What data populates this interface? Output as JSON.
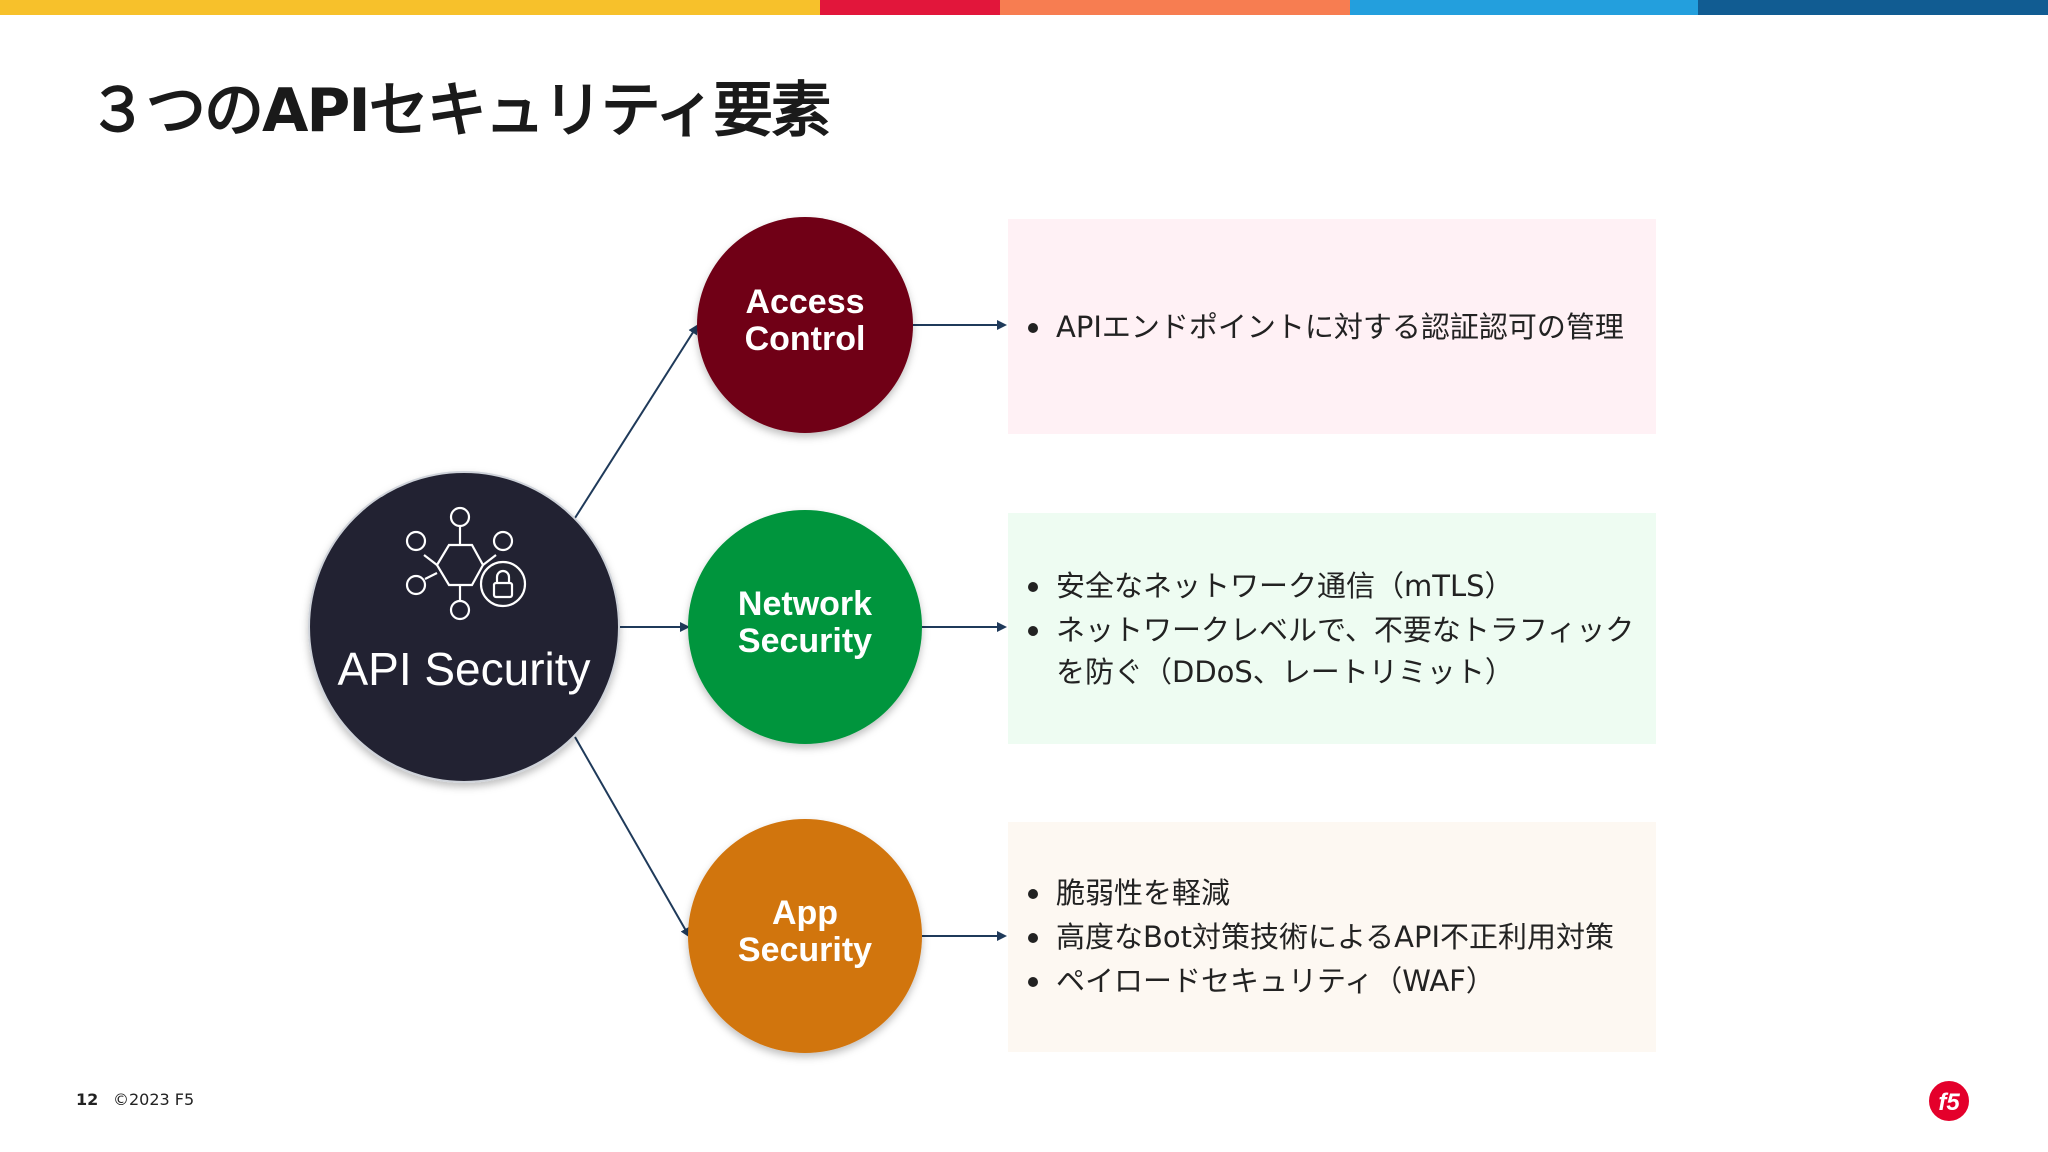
{
  "slide": {
    "title": "３つのAPIセキュリティ要素",
    "page_number": "12",
    "copyright": "©2023 F5",
    "logo_text": "f5"
  },
  "topbar_colors": [
    "#F7C12B",
    "#E2163B",
    "#F77D51",
    "#239FDD",
    "#115C92"
  ],
  "center": {
    "label": "API Security",
    "color": "#232431",
    "icon": "hexagon-network-lock-icon"
  },
  "nodes": [
    {
      "label_lines": [
        "Access",
        "Control"
      ],
      "color": "#6F0016",
      "box_color": "#FFF1F5",
      "items": [
        "APIエンドポイントに対する認証認可の管理"
      ]
    },
    {
      "label_lines": [
        "Network",
        "Security"
      ],
      "color": "#03953C",
      "box_color": "#EEFCF2",
      "items": [
        "安全なネットワーク通信（mTLS）",
        "ネットワークレベルで、不要なトラフィック\nを防ぐ（DDoS、レートリミット）"
      ]
    },
    {
      "label_lines": [
        "App",
        "Security"
      ],
      "color": "#D17411",
      "box_color": "#FDF8F2",
      "items": [
        "脆弱性を軽減",
        "高度なBot対策技術によるAPI不正利用対策",
        "ペイロードセキュリティ（WAF）"
      ]
    }
  ]
}
